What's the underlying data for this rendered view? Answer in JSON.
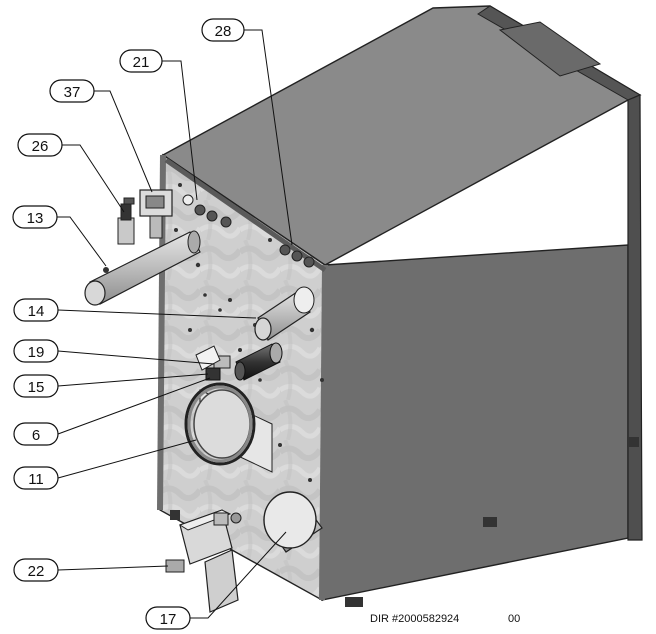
{
  "callouts": [
    {
      "label": "28"
    },
    {
      "label": "21"
    },
    {
      "label": "37"
    },
    {
      "label": "26"
    },
    {
      "label": "13"
    },
    {
      "label": "14"
    },
    {
      "label": "19"
    },
    {
      "label": "15"
    },
    {
      "label": "6"
    },
    {
      "label": "11"
    },
    {
      "label": "22"
    },
    {
      "label": "17"
    }
  ],
  "footer": {
    "document_id": "DIR #2000582924",
    "revision": "00"
  },
  "colors": {
    "cabinet_front": "#6e6e6e",
    "cabinet_top": "#8a8a8a",
    "cabinet_top_edge": "#4e4e4e",
    "panel": "#d0d0d0",
    "pipe": "#bfbfbf",
    "outline": "#222222"
  }
}
